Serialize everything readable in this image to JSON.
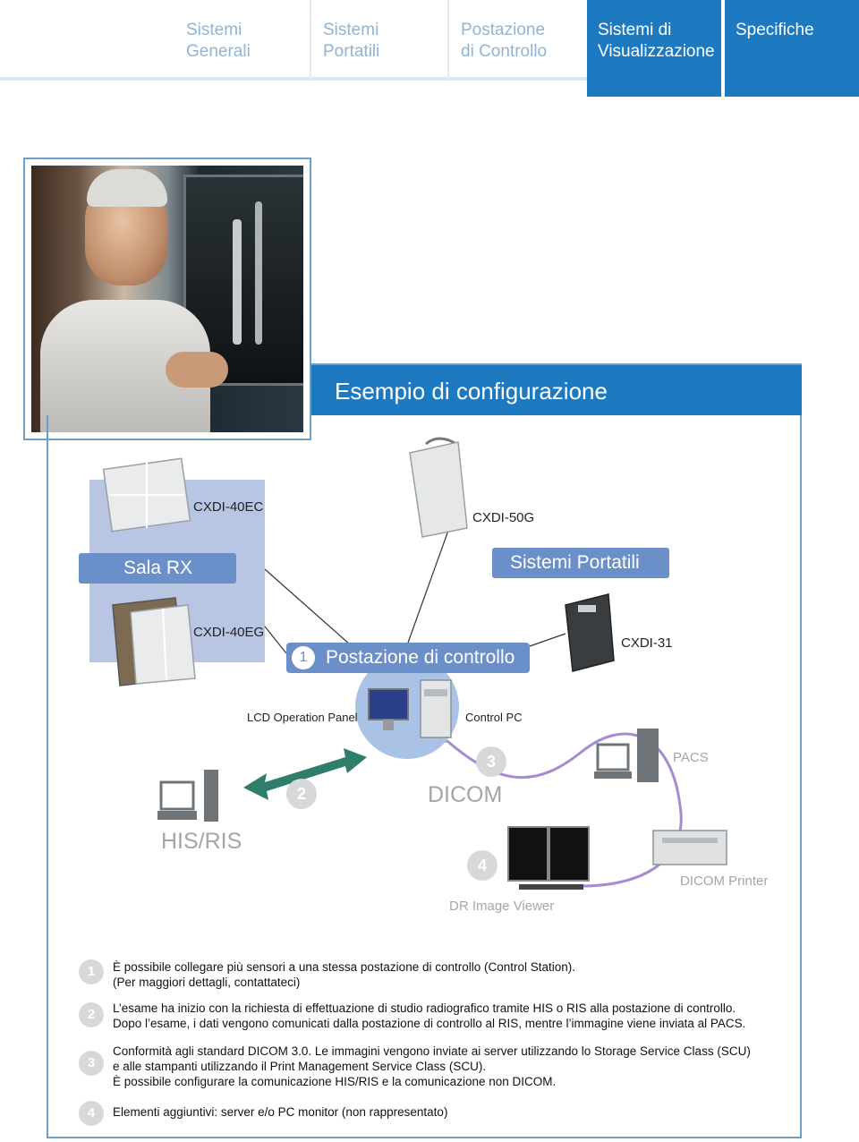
{
  "nav": {
    "tabs": [
      {
        "line1": "Sistemi",
        "line2": "Generali"
      },
      {
        "line1": "Sistemi",
        "line2": "Portatili"
      },
      {
        "line1": "Postazione",
        "line2": "di Controllo"
      },
      {
        "line1": "Sistemi di",
        "line2": "Visualizzazione"
      },
      {
        "line1": "Specifiche",
        "line2": ""
      }
    ],
    "active_tab": "Sistemi di Visualizzazione"
  },
  "config": {
    "title": "Esempio di configurazione"
  },
  "diagram": {
    "sala_rx": "Sala RX",
    "sistemi_portatili": "Sistemi Portatili",
    "cxdi_40ec": "CXDI-40EC",
    "cxdi_50g": "CXDI-50G",
    "cxdi_40eg": "CXDI-40EG",
    "cxdi_31": "CXDI-31",
    "postazione_num": "1",
    "postazione": "Postazione di controllo",
    "lcd_panel": "LCD Operation Panel",
    "control_pc": "Control PC",
    "his_ris": "HIS/RIS",
    "num2": "2",
    "num3": "3",
    "num4": "4",
    "dicom": "DICOM",
    "pacs": "PACS",
    "dicom_printer": "DICOM Printer",
    "dr_viewer": "DR Image Viewer"
  },
  "notes": [
    {
      "num": "1",
      "lines": [
        "È possibile collegare più sensori a una stessa postazione di controllo (Control Station).",
        "(Per maggiori dettagli, contattateci)"
      ]
    },
    {
      "num": "2",
      "lines": [
        "L’esame ha inizio con la richiesta di effettuazione di studio radiografico tramite HIS o RIS alla postazione di controllo.",
        "Dopo l’esame, i dati vengono comunicati dalla postazione di controllo al RIS, mentre l’immagine viene inviata al PACS."
      ]
    },
    {
      "num": "3",
      "lines": [
        "Conformità agli standard DICOM 3.0. Le immagini vengono inviate ai server utilizzando lo Storage Service Class (SCU)",
        "e alle stampanti utilizzando il Print Management Service Class (SCU).",
        "È possibile configurare la comunicazione HIS/RIS e la comunicazione non DICOM."
      ]
    },
    {
      "num": "4",
      "lines": [
        "Elementi aggiuntivi: server e/o PC monitor (non rappresentato)"
      ]
    }
  ],
  "colors": {
    "accent_blue": "#1d7ac1",
    "pill_blue": "#6b8fc9",
    "sala_bg": "#b8c6e4",
    "badge_grey": "#d6d8da"
  }
}
